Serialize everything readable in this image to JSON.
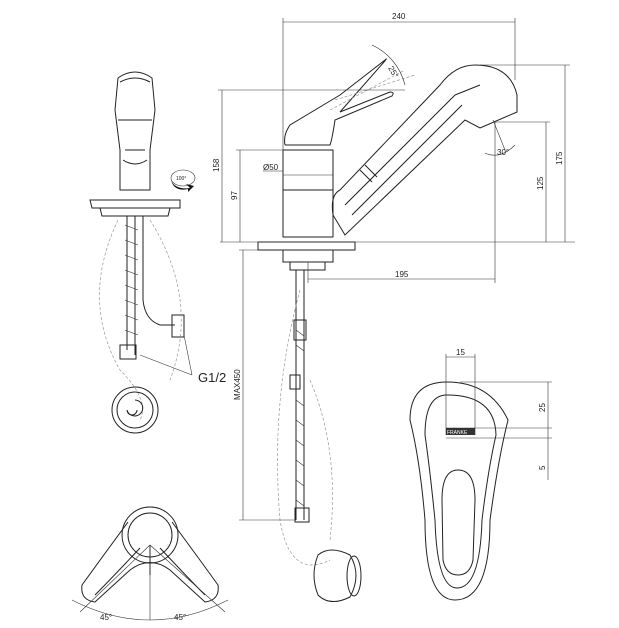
{
  "drawing": {
    "dimensions": {
      "overall_length": "240",
      "lever_angle": "25°",
      "total_height_lever": "158",
      "body_height": "97",
      "body_diameter": "Ø50",
      "swivel_angle": "100°",
      "spray_angle": "30°",
      "max_height": "175",
      "outlet_height": "125",
      "reach": "195",
      "hose_length": "MAX450",
      "handle_width": "15",
      "handle_offset": "25",
      "handle_margin": "5",
      "left_angle": "45°",
      "right_angle": "45°"
    },
    "connection": "G1/2",
    "logo_text": "FRANKE"
  }
}
